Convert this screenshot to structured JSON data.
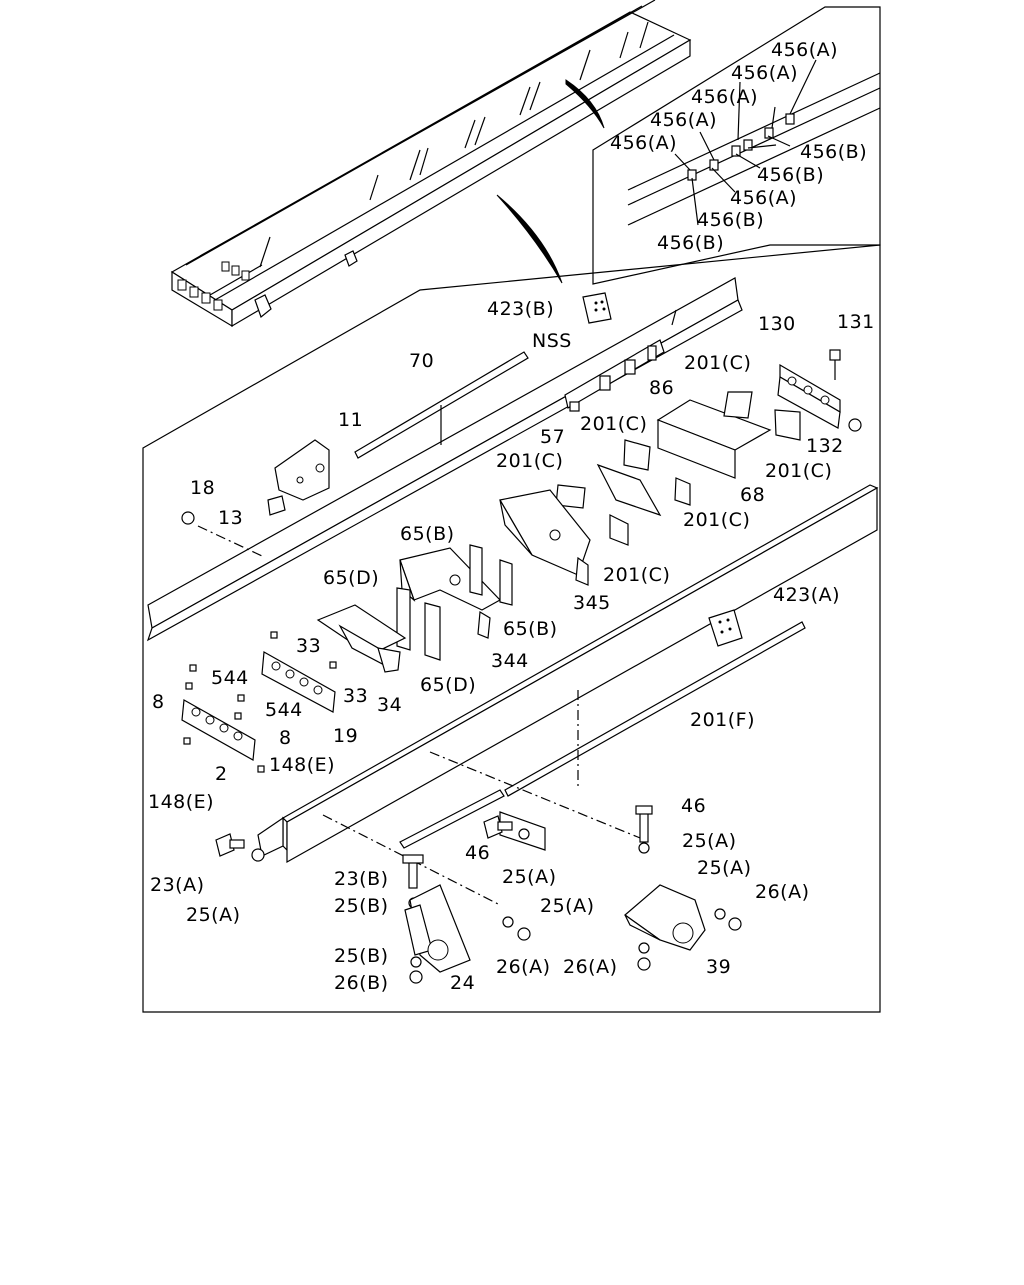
{
  "diagram": {
    "detail_labels": [
      "456(A)",
      "456(A)",
      "456(A)",
      "456(A)",
      "456(A)",
      "456(B)",
      "456(B)",
      "456(A)",
      "456(B)",
      "456(B)"
    ],
    "part_labels": [
      "423(B)",
      "NSS",
      "70",
      "11",
      "18",
      "13",
      "130",
      "131",
      "201(C)",
      "86",
      "201(C)",
      "57",
      "201(C)",
      "132",
      "201(C)",
      "68",
      "201(C)",
      "201(C)",
      "65(B)",
      "65(D)",
      "345",
      "65(B)",
      "344",
      "65(D)",
      "423(A)",
      "33",
      "544",
      "8",
      "33",
      "544",
      "8",
      "19",
      "34",
      "201(F)",
      "2",
      "148(E)",
      "148(E)",
      "46",
      "25(A)",
      "25(A)",
      "26(A)",
      "23(A)",
      "46",
      "25(A)",
      "25(A)",
      "23(B)",
      "25(B)",
      "25(A)",
      "25(B)",
      "26(A)",
      "26(A)",
      "39",
      "26(B)",
      "24"
    ]
  }
}
